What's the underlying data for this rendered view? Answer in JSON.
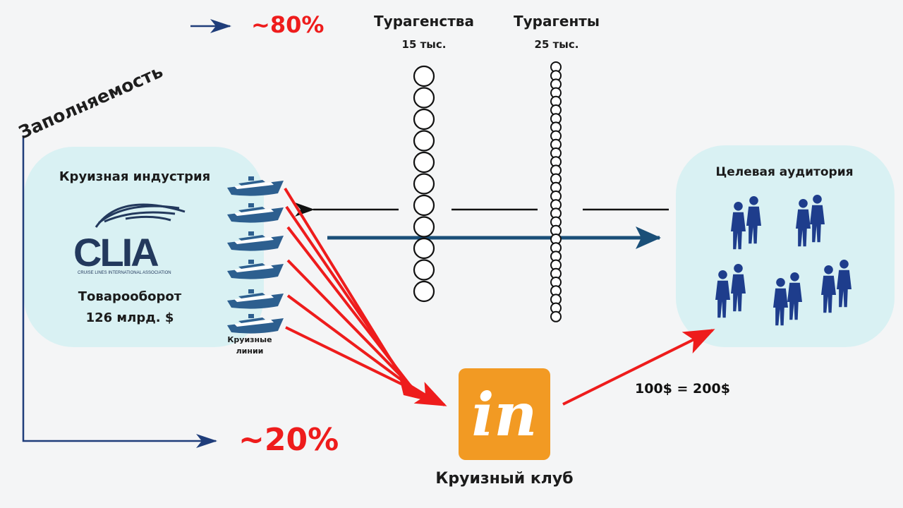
{
  "occupancy": {
    "label": "Заполняемость",
    "top_value": "~80%",
    "bottom_value": "~20%"
  },
  "agencies": {
    "title": "Турагенства",
    "count": "15 тыс."
  },
  "agents": {
    "title": "Турагенты",
    "count": "25 тыс."
  },
  "industry": {
    "title": "Круизная индустрия",
    "logo_text": "CLIA",
    "logo_subtitle": "CRUISE LINES INTERNATIONAL ASSOCIATION",
    "turnover_label": "Товарооборот",
    "turnover_value": "126 млрд. $"
  },
  "cruise_lines": {
    "label_line1": "Круизные",
    "label_line2": "линии"
  },
  "audience": {
    "title": "Целевая аудитория"
  },
  "club": {
    "logo_text": "in",
    "name": "Круизный клуб"
  },
  "offer": {
    "text": "100$ = 200$"
  },
  "colors": {
    "red": "#ee1c1c",
    "navy": "#1f3d7a",
    "teal_arrow": "#1a4f78",
    "panel_bg": "#d9f1f3",
    "club_orange": "#f29a23",
    "people": "#1e3d8c",
    "ship": "#2d5f8f"
  }
}
